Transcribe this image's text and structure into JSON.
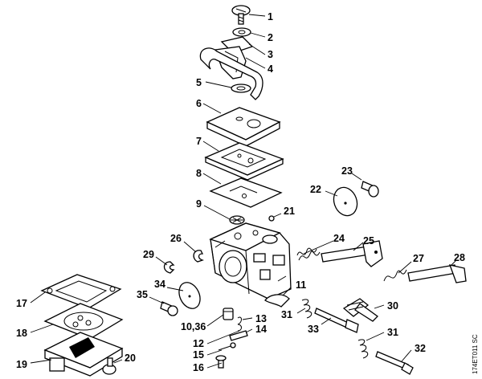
{
  "callouts": [
    "1",
    "2",
    "3",
    "4",
    "5",
    "6",
    "7",
    "8",
    "9",
    "21",
    "22",
    "23",
    "24",
    "25",
    "26",
    "27",
    "28",
    "29",
    "34",
    "35",
    "11",
    "17",
    "18",
    "19",
    "20",
    "10,36",
    "12",
    "13",
    "14",
    "15",
    "16",
    "31",
    "30",
    "33",
    "31",
    "32"
  ],
  "stamp": "174ET011 SC",
  "colors": {
    "ink": "#000000",
    "paper": "#ffffff"
  }
}
